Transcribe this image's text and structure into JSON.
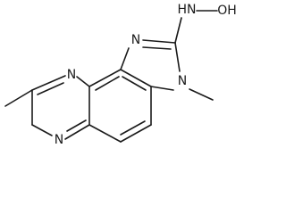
{
  "molecule": {
    "atoms": [
      {
        "id": "n-top-right",
        "label": "N"
      },
      {
        "id": "n-bottom-left",
        "label": "N"
      },
      {
        "id": "n-imidazole-top",
        "label": "N"
      },
      {
        "id": "n-imidazole-methyl",
        "label": "N"
      },
      {
        "id": "hn-nitrogen",
        "label": "HN"
      },
      {
        "id": "oh-oxygen",
        "label": "OH"
      }
    ],
    "colors": {
      "bond": "#1a1a1a",
      "text": "#1a1a1a",
      "background": "#ffffff"
    }
  }
}
